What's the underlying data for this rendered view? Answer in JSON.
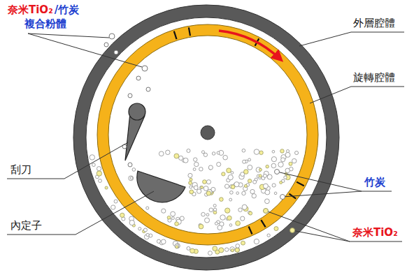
{
  "diagram": {
    "labels": [
      "奈米TiO₂",
      "/竹炭",
      "複合粉體",
      "外層腔體",
      "旋轉腔體",
      "刮刀",
      "內定子",
      "竹炭",
      "奈米TiO₂"
    ]
  }
}
